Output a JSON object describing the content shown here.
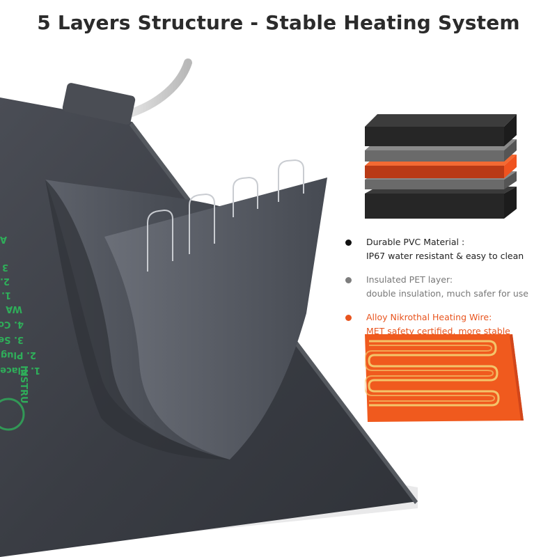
{
  "title": "5 Layers Structure - Stable Heating System",
  "colors": {
    "title": "#2b2b2b",
    "mat_dark": "#3b3e45",
    "layer_black": "#2a2a2a",
    "layer_gray": "#6a6a6a",
    "layer_orange": "#f0531f",
    "wire_orange": "#f05a1e",
    "wire_yellow": "#f3c56b",
    "instruction_green": "#2fae5a"
  },
  "legend": [
    {
      "line1": "Durable PVC Material :",
      "line2": "IP67 water resistant & easy to clean",
      "dot_color": "#111111",
      "text_color": "#1e1e1e"
    },
    {
      "line1": "Insulated PET layer:",
      "line2": "double insulation, much safer for use",
      "dot_color": "#7d7d7d",
      "text_color": "#777777"
    },
    {
      "line1": "Alloy Nikrothal Heating Wire:",
      "line2": "MET safety certified, more stable",
      "dot_color": "#e8541e",
      "text_color": "#e8541e"
    }
  ],
  "mat_instructions": {
    "heading": "INSTRU",
    "steps": [
      "1. Place",
      "2. Plug",
      "3. Se",
      "4. Co"
    ],
    "warning": "WA",
    "extra": [
      "1.",
      "2.",
      "3"
    ],
    "letter": "A"
  }
}
